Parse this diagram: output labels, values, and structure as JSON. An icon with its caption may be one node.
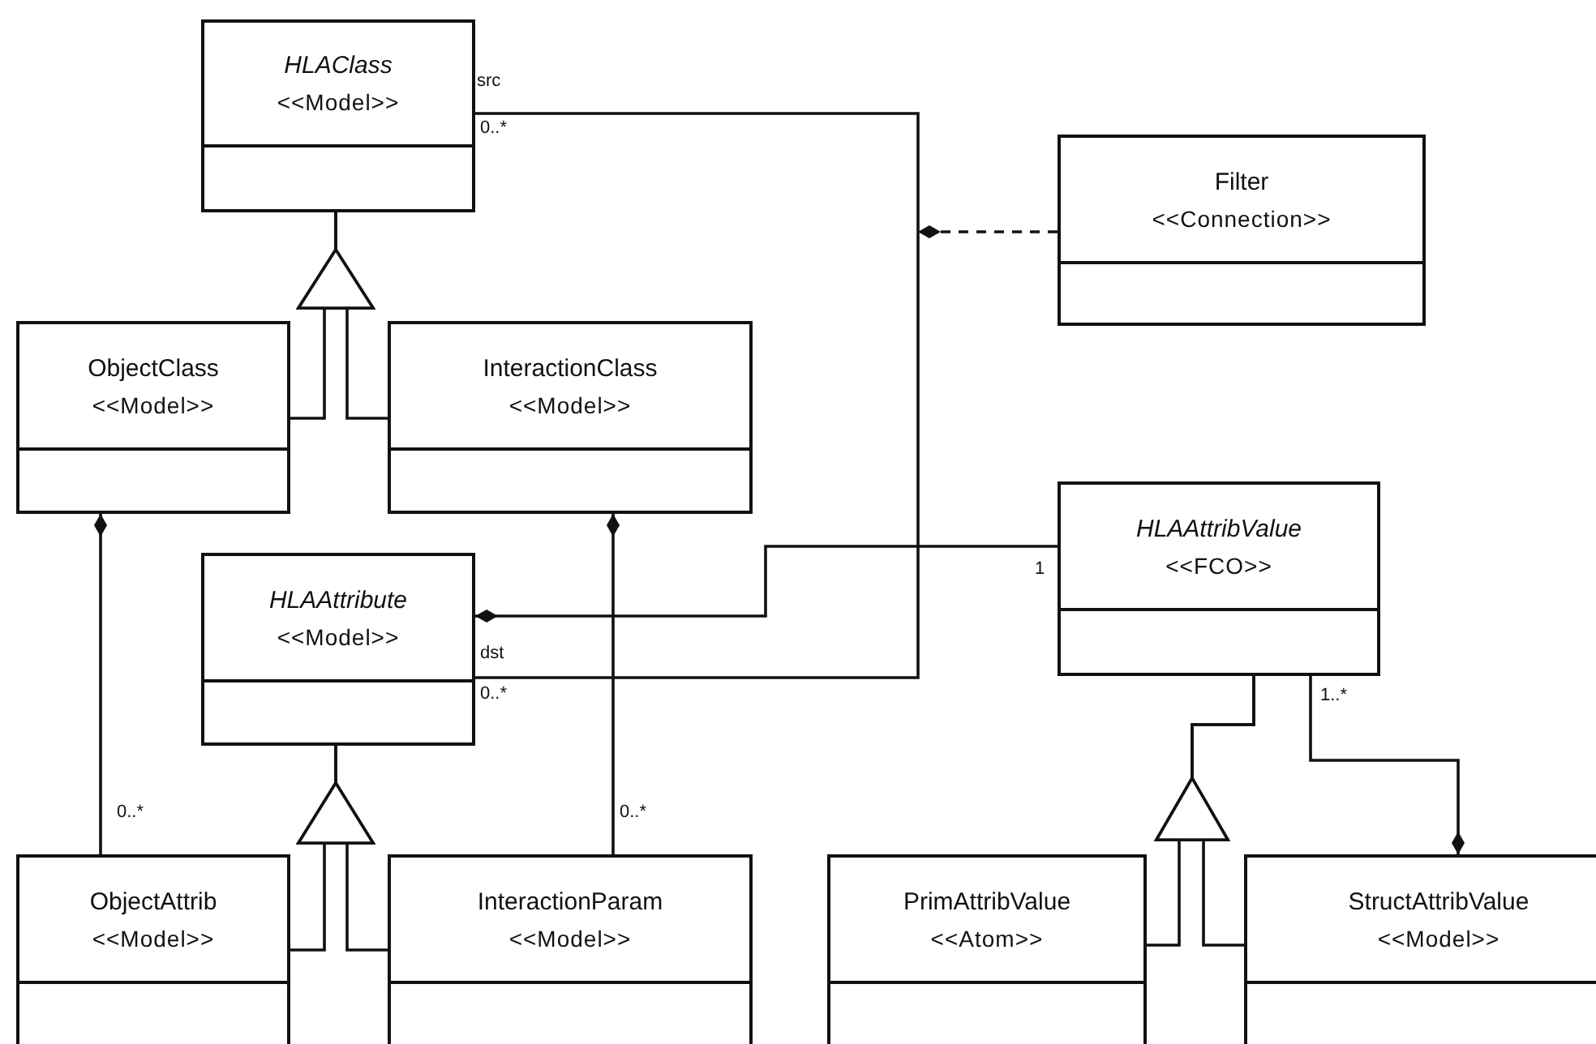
{
  "diagram": {
    "nodes": [
      {
        "text": [
          "HLAClass",
          "<<Model>>"
        ]
      },
      {
        "text": [
          "Filter",
          "<<Connection>>"
        ]
      },
      {
        "text": [
          "ObjectClass",
          "<<Model>>"
        ]
      },
      {
        "text": [
          "InteractionClass",
          "<<Model>>"
        ]
      },
      {
        "text": [
          "HLAAttribute",
          "<<Model>>"
        ]
      },
      {
        "text": [
          "HLAAttribValue",
          "<<FCO>>"
        ]
      },
      {
        "text": [
          "ObjectAttrib",
          "<<Model>>"
        ]
      },
      {
        "text": [
          "InteractionParam",
          "<<Model>>"
        ]
      },
      {
        "text": [
          "PrimAttribValue",
          "<<Atom>>"
        ]
      },
      {
        "text": [
          "StructAttribValue",
          "<<Model>>"
        ]
      }
    ],
    "edges": [
      {
        "from": 0,
        "to": 4,
        "arrow": "none"
      },
      {
        "from": 1,
        "to": null,
        "arrow": "other",
        "style": "dashed"
      },
      {
        "from": 2,
        "to": 0,
        "arrow": "to"
      },
      {
        "from": 3,
        "to": 0,
        "arrow": "to"
      },
      {
        "from": 6,
        "to": 2,
        "arrow": "other"
      },
      {
        "from": 7,
        "to": 3,
        "arrow": "other"
      },
      {
        "from": 5,
        "to": 4,
        "arrow": "other"
      },
      {
        "from": 6,
        "to": 4,
        "arrow": "to"
      },
      {
        "from": 7,
        "to": 4,
        "arrow": "to"
      },
      {
        "from": 8,
        "to": 5,
        "arrow": "to"
      },
      {
        "from": 9,
        "to": 5,
        "arrow": "to"
      },
      {
        "from": 5,
        "to": 9,
        "arrow": "other"
      }
    ],
    "labels": [
      "src",
      "0..*",
      "dst",
      "0..*",
      "1",
      "0..*",
      "0..*",
      "1..*"
    ]
  }
}
